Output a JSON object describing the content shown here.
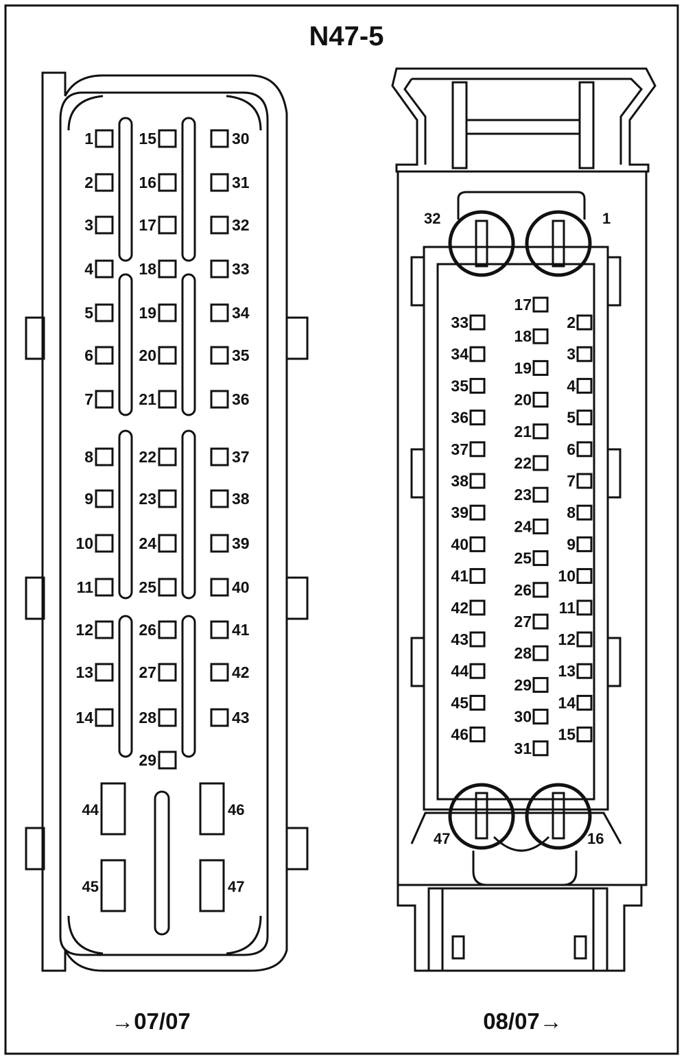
{
  "title": "N47-5",
  "left_connector": {
    "footer": "→07/07",
    "columns": [
      {
        "pins": [
          "1",
          "2",
          "3",
          "4",
          "5",
          "6",
          "7",
          "8",
          "9",
          "10",
          "11",
          "12",
          "13",
          "14"
        ]
      },
      {
        "pins": [
          "15",
          "16",
          "17",
          "18",
          "19",
          "20",
          "21",
          "22",
          "23",
          "24",
          "25",
          "26",
          "27",
          "28",
          "29"
        ]
      },
      {
        "pins": [
          "30",
          "31",
          "32",
          "33",
          "34",
          "35",
          "36",
          "37",
          "38",
          "39",
          "40",
          "41",
          "42",
          "43"
        ]
      }
    ],
    "large_pins": [
      "44",
      "45",
      "46",
      "47"
    ]
  },
  "right_connector": {
    "footer": "08/07→",
    "corner_pins": {
      "top_left": "32",
      "top_right": "1",
      "bottom_left": "47",
      "bottom_right": "16"
    },
    "columns": [
      {
        "pins": [
          "33",
          "34",
          "35",
          "36",
          "37",
          "38",
          "39",
          "40",
          "41",
          "42",
          "43",
          "44",
          "45",
          "46"
        ]
      },
      {
        "pins": [
          "17",
          "18",
          "19",
          "20",
          "21",
          "22",
          "23",
          "24",
          "25",
          "26",
          "27",
          "28",
          "29",
          "30",
          "31"
        ]
      },
      {
        "pins": [
          "2",
          "3",
          "4",
          "5",
          "6",
          "7",
          "8",
          "9",
          "10",
          "11",
          "12",
          "13",
          "14",
          "15"
        ]
      }
    ]
  }
}
